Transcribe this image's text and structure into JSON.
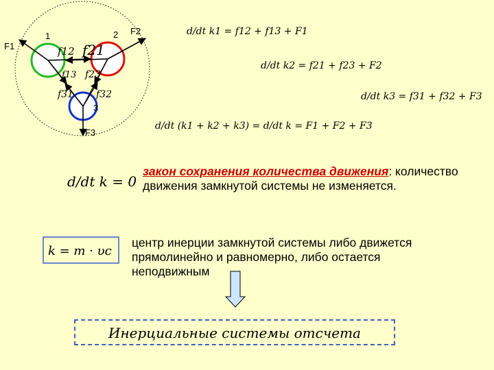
{
  "diagram": {
    "labels": {
      "body1": "1",
      "body2": "2",
      "body3": "3",
      "force_F1": "F1",
      "force_F2": "F2",
      "force_F3": "F3",
      "f12": "f12",
      "f21": "f21",
      "f13": "f13",
      "f23": "f23",
      "f31": "f31",
      "f32": "f32"
    },
    "colors": {
      "body1": "#22bb22",
      "body2": "#dd1111",
      "body3": "#1133cc",
      "system_boundary": "#000000",
      "arrow_down_fill": "#cce6ff"
    }
  },
  "equations": {
    "eq1": "d/dt k1 = f12 + f13 + F1",
    "eq2": "d/dt k2 = f21 + f23 + F2",
    "eq3": "d/dt k3 = f31 + f32 + F3",
    "eq_sum": "d/dt (k1 + k2 + k3) = d/dt k = F1 + F2 + F3",
    "eq_conservation": "d/dt k = 0",
    "eq_center": "k = m · υc"
  },
  "text": {
    "law_title": "закон сохранения количества движения",
    "law_rest_line1": ": количество",
    "law_line2": "движения замкнутой системы не изменяется.",
    "inertia_text": "центр инерции замкнутой системы либо движется прямолинейно и равномерно, либо остается неподвижным",
    "frame_title": "Инерциальные системы отсчета"
  }
}
